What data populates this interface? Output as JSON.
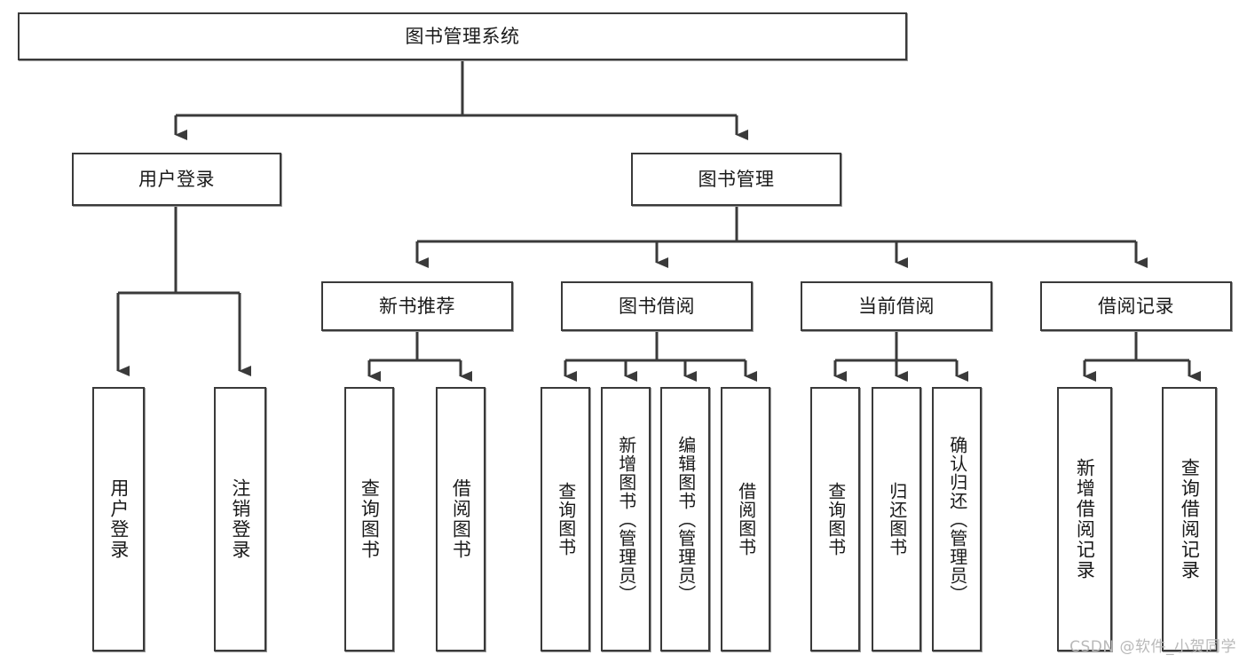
{
  "diagram": {
    "title": "图书管理系统",
    "type": "tree-hierarchy-chart",
    "watermark": "CSDN @软件_小贺同学",
    "colors": {
      "box_border": "#3a3a3a",
      "box_fill": "#ffffff",
      "connector": "#3a3a3a",
      "text": "#1a1a1a",
      "watermark": "#b9b9b9"
    },
    "nodes": {
      "root": {
        "label": "图书管理系统"
      },
      "level2": [
        {
          "label": "用户登录"
        },
        {
          "label": "图书管理"
        }
      ],
      "level3": [
        {
          "label": "新书推荐"
        },
        {
          "label": "图书借阅"
        },
        {
          "label": "当前借阅"
        },
        {
          "label": "借阅记录"
        }
      ],
      "leaves": {
        "user_login": [
          {
            "label": "用户登录"
          },
          {
            "label": "注销登录"
          }
        ],
        "new_book_recommend": [
          {
            "label": "查询图书"
          },
          {
            "label": "借阅图书"
          }
        ],
        "book_borrow": [
          {
            "label": "查询图书"
          },
          {
            "label": "新增图书（管理员）"
          },
          {
            "label": "编辑图书（管理员）"
          },
          {
            "label": "借阅图书"
          }
        ],
        "current_borrow": [
          {
            "label": "查询图书"
          },
          {
            "label": "归还图书"
          },
          {
            "label": "确认归还（管理员）"
          }
        ],
        "borrow_records": [
          {
            "label": "新增借阅记录"
          },
          {
            "label": "查询借阅记录"
          }
        ]
      }
    }
  }
}
